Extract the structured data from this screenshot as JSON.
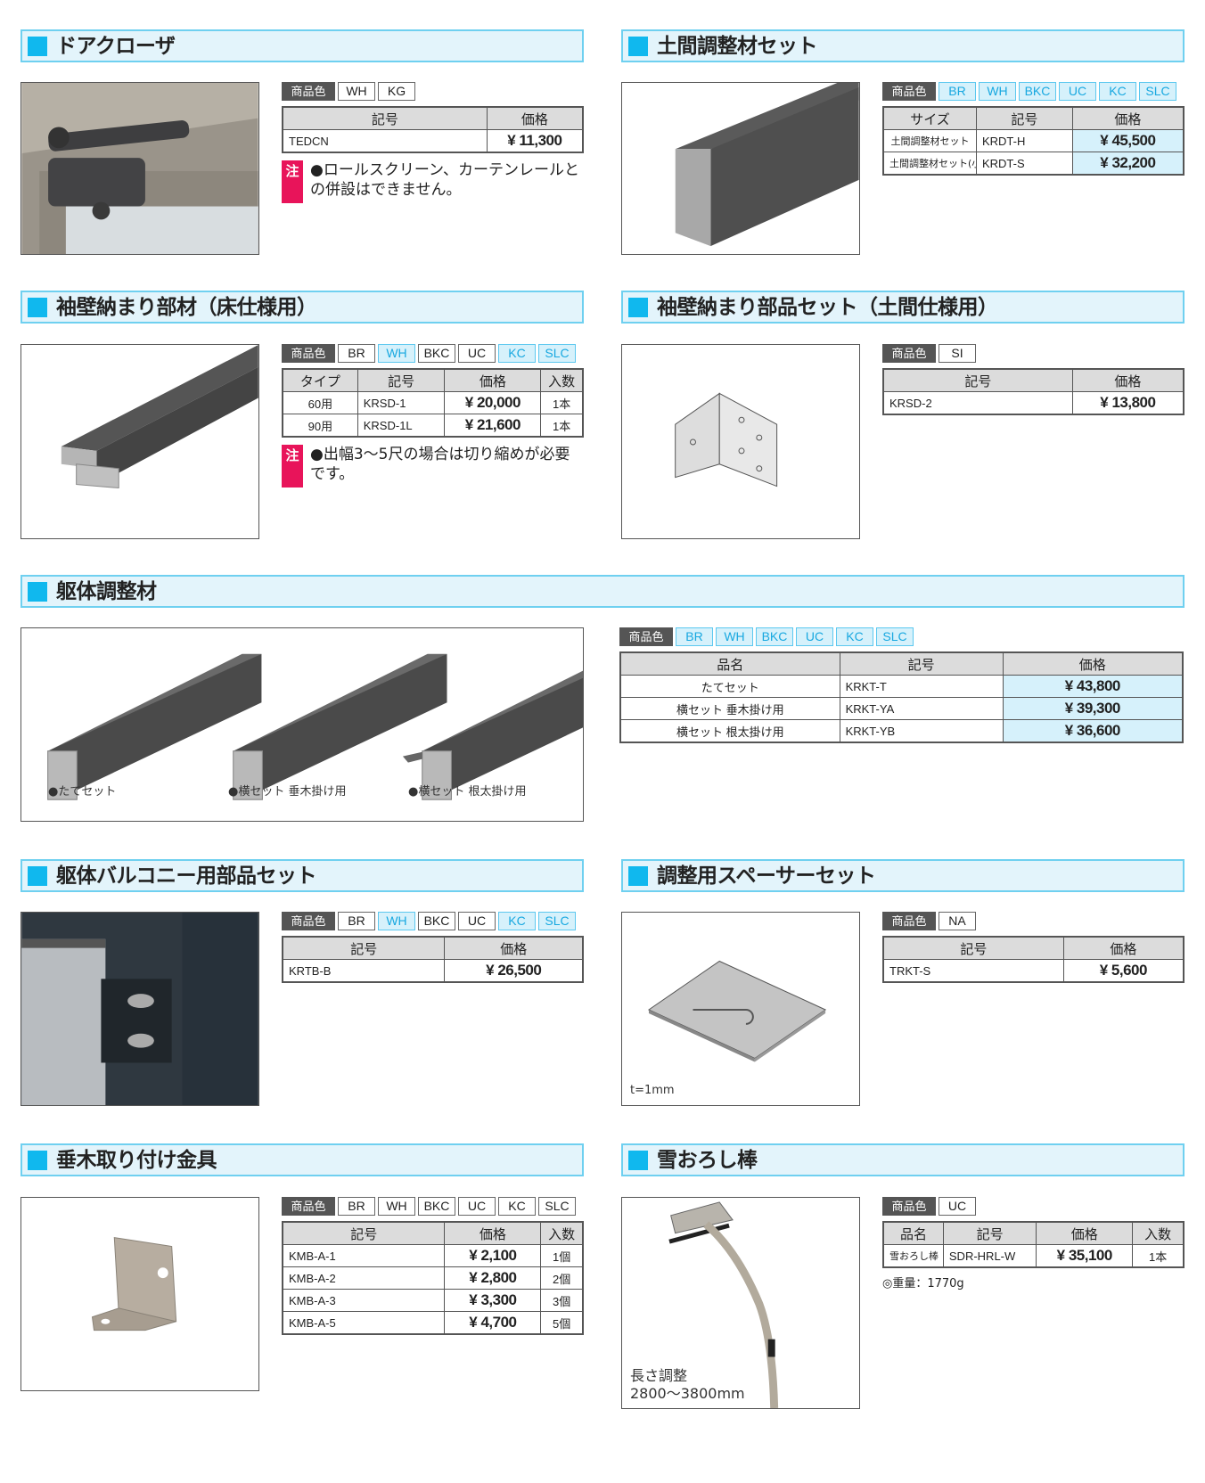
{
  "color_label": "商品色",
  "note_mark": "注",
  "sections": [
    {
      "key": "door_closer",
      "title": "ドアクローザ",
      "colors": [
        {
          "label": "WH",
          "available": false
        },
        {
          "label": "KG",
          "available": false
        }
      ],
      "table": {
        "headers": [
          "記号",
          "価格"
        ],
        "rows": [
          [
            "TEDCN",
            "¥  11,300"
          ]
        ],
        "price_highlight": false
      },
      "note": "●ロールスクリーン、カーテンレールとの併設はできません。"
    },
    {
      "key": "doma_set",
      "title": "土間調整材セット",
      "colors": [
        {
          "label": "BR",
          "available": true
        },
        {
          "label": "WH",
          "available": true
        },
        {
          "label": "BKC",
          "available": true
        },
        {
          "label": "UC",
          "available": true
        },
        {
          "label": "KC",
          "available": true
        },
        {
          "label": "SLC",
          "available": true
        }
      ],
      "table": {
        "headers": [
          "サイズ",
          "記号",
          "価格"
        ],
        "rows": [
          [
            "土間調整材セット",
            "KRDT-H",
            "¥  45,500"
          ],
          [
            "土間調整材セット(小)",
            "KRDT-S",
            "¥  32,200"
          ]
        ],
        "price_highlight": true
      }
    },
    {
      "key": "sode_floor",
      "title": "袖壁納まり部材（床仕様用）",
      "colors": [
        {
          "label": "BR",
          "available": false
        },
        {
          "label": "WH",
          "available": true
        },
        {
          "label": "BKC",
          "available": false
        },
        {
          "label": "UC",
          "available": false
        },
        {
          "label": "KC",
          "available": true
        },
        {
          "label": "SLC",
          "available": true
        }
      ],
      "table": {
        "headers": [
          "タイプ",
          "記号",
          "価格",
          "入数"
        ],
        "rows": [
          [
            "60用",
            "KRSD-1",
            "¥  20,000",
            "1本"
          ],
          [
            "90用",
            "KRSD-1L",
            "¥  21,600",
            "1本"
          ]
        ],
        "price_highlight": false
      },
      "note": "●出幅3〜5尺の場合は切り縮めが必要です。"
    },
    {
      "key": "sode_doma",
      "title": "袖壁納まり部品セット（土間仕様用）",
      "colors": [
        {
          "label": "SI",
          "available": false
        }
      ],
      "table": {
        "headers": [
          "記号",
          "価格"
        ],
        "rows": [
          [
            "KRSD-2",
            "¥  13,800"
          ]
        ],
        "price_highlight": false
      }
    },
    {
      "key": "kutai",
      "title": "躯体調整材",
      "captions": [
        "●たてセット",
        "●横セット 垂木掛け用",
        "●横セット 根太掛け用"
      ],
      "colors": [
        {
          "label": "BR",
          "available": true
        },
        {
          "label": "WH",
          "available": true
        },
        {
          "label": "BKC",
          "available": true
        },
        {
          "label": "UC",
          "available": true
        },
        {
          "label": "KC",
          "available": true
        },
        {
          "label": "SLC",
          "available": true
        }
      ],
      "table": {
        "headers": [
          "品名",
          "記号",
          "価格"
        ],
        "rows": [
          [
            "たてセット",
            "KRKT-T",
            "¥  43,800"
          ],
          [
            "横セット 垂木掛け用",
            "KRKT-YA",
            "¥  39,300"
          ],
          [
            "横セット 根太掛け用",
            "KRKT-YB",
            "¥  36,600"
          ]
        ],
        "price_highlight": true
      }
    },
    {
      "key": "balcony",
      "title": "躯体バルコニー用部品セット",
      "colors": [
        {
          "label": "BR",
          "available": false
        },
        {
          "label": "WH",
          "available": true
        },
        {
          "label": "BKC",
          "available": false
        },
        {
          "label": "UC",
          "available": false
        },
        {
          "label": "KC",
          "available": true
        },
        {
          "label": "SLC",
          "available": true
        }
      ],
      "table": {
        "headers": [
          "記号",
          "価格"
        ],
        "rows": [
          [
            "KRTB-B",
            "¥  26,500"
          ]
        ],
        "price_highlight": false
      }
    },
    {
      "key": "spacer",
      "title": "調整用スペーサーセット",
      "captions": [
        "t=1mm"
      ],
      "colors": [
        {
          "label": "NA",
          "available": false
        }
      ],
      "table": {
        "headers": [
          "記号",
          "価格"
        ],
        "rows": [
          [
            "TRKT-S",
            "¥    5,600"
          ]
        ],
        "price_highlight": false
      }
    },
    {
      "key": "taruki",
      "title": "垂木取り付け金具",
      "colors": [
        {
          "label": "BR",
          "available": false
        },
        {
          "label": "WH",
          "available": false
        },
        {
          "label": "BKC",
          "available": false
        },
        {
          "label": "UC",
          "available": false
        },
        {
          "label": "KC",
          "available": false
        },
        {
          "label": "SLC",
          "available": false
        }
      ],
      "table": {
        "headers": [
          "記号",
          "価格",
          "入数"
        ],
        "rows": [
          [
            "KMB-A-1",
            "¥    2,100",
            "1個"
          ],
          [
            "KMB-A-2",
            "¥    2,800",
            "2個"
          ],
          [
            "KMB-A-3",
            "¥    3,300",
            "3個"
          ],
          [
            "KMB-A-5",
            "¥    4,700",
            "5個"
          ]
        ],
        "price_highlight": false
      }
    },
    {
      "key": "snow",
      "title": "雪おろし棒",
      "captions": [
        "長さ調整",
        "2800〜3800mm"
      ],
      "colors": [
        {
          "label": "UC",
          "available": false
        }
      ],
      "table": {
        "headers": [
          "品名",
          "記号",
          "価格",
          "入数"
        ],
        "rows": [
          [
            "雪おろし棒",
            "SDR-HRL-W",
            "¥ 35,100",
            "1本"
          ]
        ],
        "price_highlight": false
      },
      "plain_note": "◎重量：1770g"
    }
  ]
}
